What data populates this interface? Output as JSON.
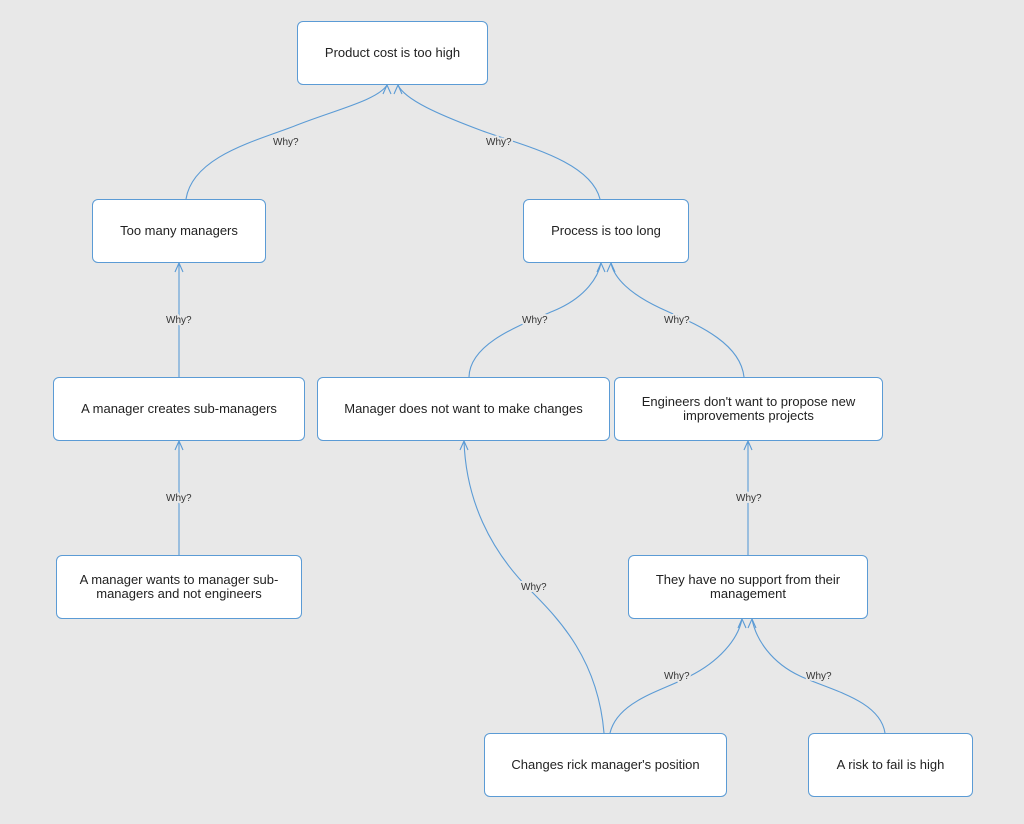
{
  "diagram": {
    "nodes": {
      "product_cost": "Product cost is too high",
      "too_many_managers": "Too many managers",
      "process_too_long": "Process is too long",
      "manager_creates": "A manager creates sub-managers",
      "manager_no_change": "Manager does not want to make changes",
      "engineers_no_propose": "Engineers don't want to propose new improvements projects",
      "manager_wants": "A manager wants to manager sub-managers and not engineers",
      "no_support": "They have no support from their management",
      "changes_risk": "Changes rick manager's position",
      "risk_fail": "A risk to fail is high"
    },
    "edge_label": "Why?",
    "edges": [
      {
        "from": "too_many_managers",
        "to": "product_cost",
        "label": "Why?"
      },
      {
        "from": "process_too_long",
        "to": "product_cost",
        "label": "Why?"
      },
      {
        "from": "manager_creates",
        "to": "too_many_managers",
        "label": "Why?"
      },
      {
        "from": "manager_no_change",
        "to": "process_too_long",
        "label": "Why?"
      },
      {
        "from": "engineers_no_propose",
        "to": "process_too_long",
        "label": "Why?"
      },
      {
        "from": "manager_wants",
        "to": "manager_creates",
        "label": "Why?"
      },
      {
        "from": "no_support",
        "to": "engineers_no_propose",
        "label": "Why?"
      },
      {
        "from": "changes_risk",
        "to": "manager_no_change",
        "label": "Why?"
      },
      {
        "from": "changes_risk",
        "to": "no_support",
        "label": "Why?"
      },
      {
        "from": "risk_fail",
        "to": "no_support",
        "label": "Why?"
      }
    ],
    "colors": {
      "background": "#e8e8e8",
      "node_fill": "#ffffff",
      "node_border": "#5b9bd5",
      "edge": "#5b9bd5",
      "text": "#222222"
    }
  }
}
